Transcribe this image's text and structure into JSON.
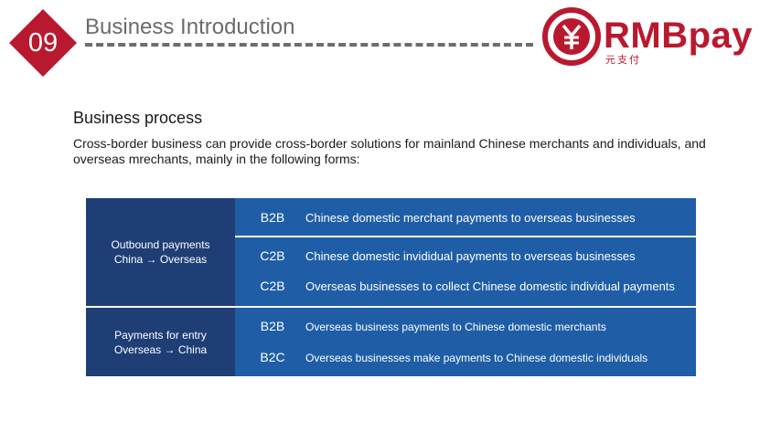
{
  "header": {
    "section_number": "09",
    "title": "Business Introduction"
  },
  "logo": {
    "text": "RMBpay",
    "subtitle": "元支付"
  },
  "colors": {
    "badge": "#b9192f",
    "brand": "#b9192f",
    "group_cell": "#1e3e75",
    "row_cell": "#1f5ea6"
  },
  "content": {
    "section_title": "Business process",
    "intro": "Cross-border business can provide cross-border solutions for mainland Chinese merchants and individuals, and overseas mrechants, mainly in the following forms:"
  },
  "table": {
    "groups": [
      {
        "line1": "Outbound payments",
        "line2": "China → Overseas",
        "rows": [
          {
            "code": "B2B",
            "desc": "Chinese domestic merchant payments to overseas businesses"
          },
          {
            "code": "C2B",
            "desc": "Chinese domestic invididual payments to overseas businesses"
          },
          {
            "code": "C2B",
            "desc": "Overseas businesses to collect Chinese domestic individual payments"
          }
        ]
      },
      {
        "line1": "Payments for entry",
        "line2": "Overseas → China",
        "rows": [
          {
            "code": "B2B",
            "desc": "Overseas business payments to Chinese domestic merchants"
          },
          {
            "code": "B2C",
            "desc": "Overseas businesses make payments to Chinese domestic individuals"
          }
        ]
      }
    ]
  }
}
